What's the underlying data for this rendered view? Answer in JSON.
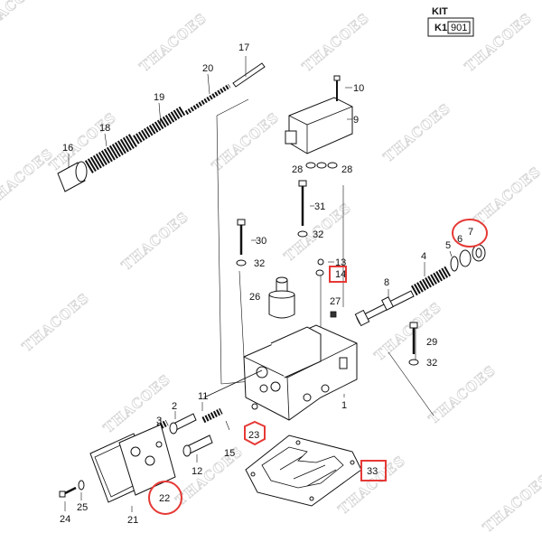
{
  "kit": {
    "title": "KIT",
    "row_label": "K1",
    "row_value": "901"
  },
  "watermark": "THACOES",
  "callouts": [
    {
      "id": "c1",
      "text": "1"
    },
    {
      "id": "c2",
      "text": "2"
    },
    {
      "id": "c3",
      "text": "3"
    },
    {
      "id": "c5",
      "text": "5"
    },
    {
      "id": "c6",
      "text": "6"
    },
    {
      "id": "c7",
      "text": "7"
    },
    {
      "id": "c8",
      "text": "8"
    },
    {
      "id": "c9",
      "text": "9"
    },
    {
      "id": "c10",
      "text": "10"
    },
    {
      "id": "c11",
      "text": "11"
    },
    {
      "id": "c12",
      "text": "12"
    },
    {
      "id": "c13",
      "text": "13"
    },
    {
      "id": "c14",
      "text": "14"
    },
    {
      "id": "c15",
      "text": "15"
    },
    {
      "id": "c16",
      "text": "16"
    },
    {
      "id": "c17",
      "text": "17"
    },
    {
      "id": "c18",
      "text": "18"
    },
    {
      "id": "c19",
      "text": "19"
    },
    {
      "id": "c20",
      "text": "20"
    },
    {
      "id": "c21",
      "text": "21"
    },
    {
      "id": "c22",
      "text": "22"
    },
    {
      "id": "c23",
      "text": "23"
    },
    {
      "id": "c24",
      "text": "24"
    },
    {
      "id": "c25",
      "text": "25"
    },
    {
      "id": "c26",
      "text": "26"
    },
    {
      "id": "c27",
      "text": "27"
    },
    {
      "id": "c28a",
      "text": "28"
    },
    {
      "id": "c28b",
      "text": "28"
    },
    {
      "id": "c29",
      "text": "29"
    },
    {
      "id": "c30",
      "text": "30"
    },
    {
      "id": "c31",
      "text": "31"
    },
    {
      "id": "c32a",
      "text": "32"
    },
    {
      "id": "c32b",
      "text": "32"
    },
    {
      "id": "c32c",
      "text": "32"
    },
    {
      "id": "c33",
      "text": "33"
    }
  ],
  "highlight_color": "#e53935"
}
